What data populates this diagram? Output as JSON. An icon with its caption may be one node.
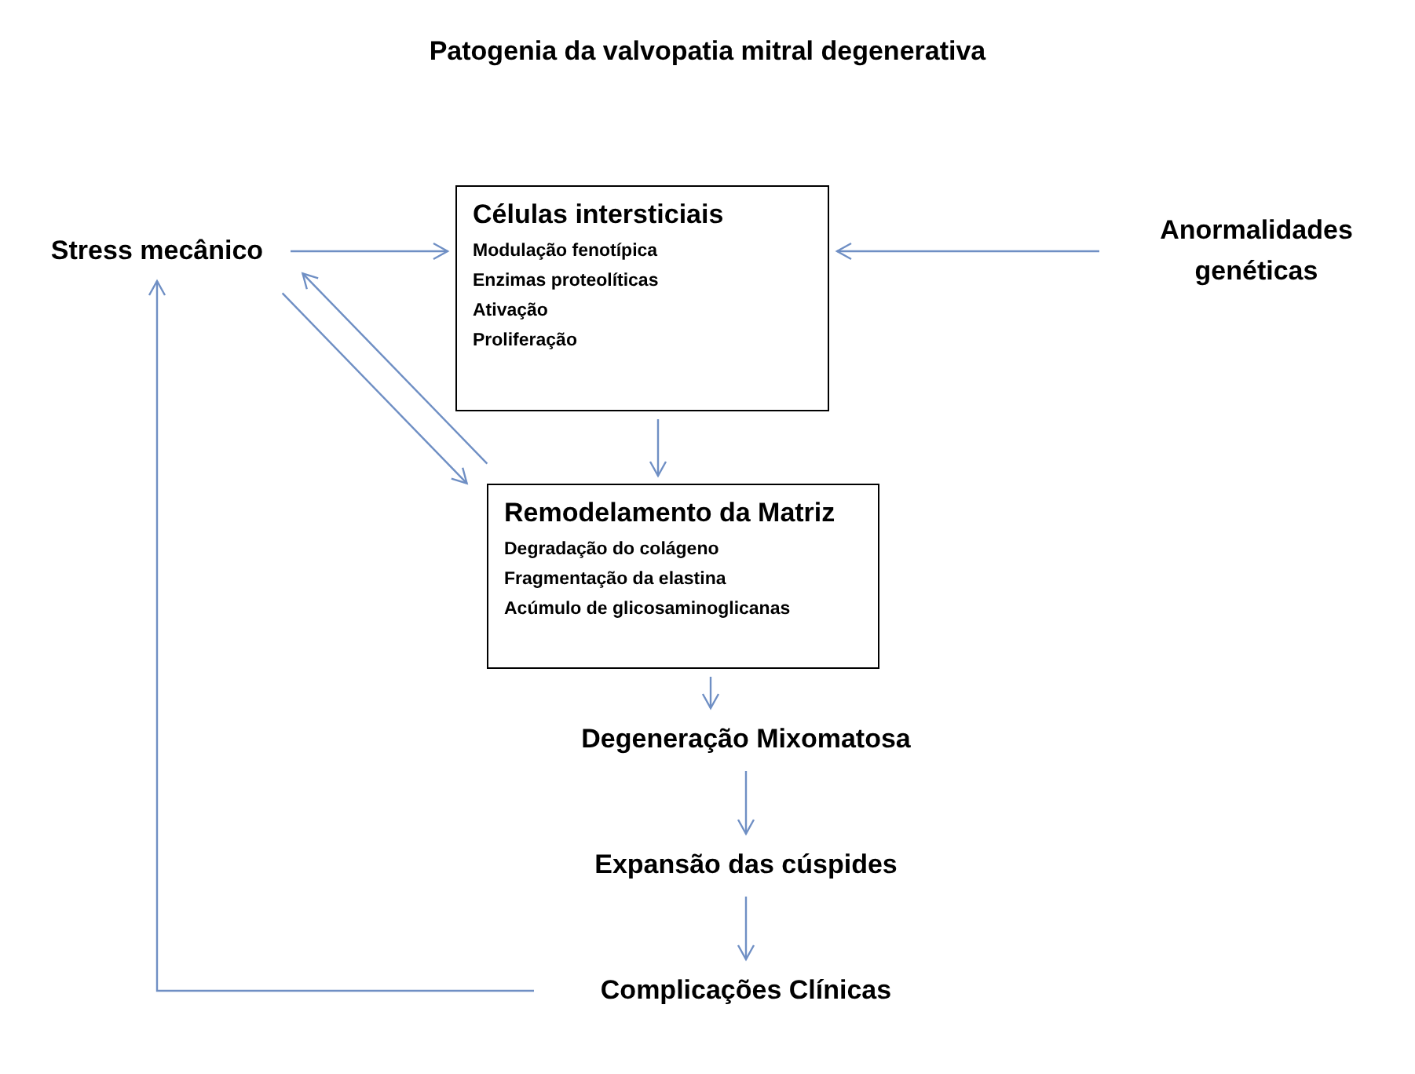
{
  "diagram": {
    "title": "Patogenia da valvopatia mitral degenerativa",
    "nodes": [
      {
        "text": [
          "Stress mecânico"
        ]
      },
      {
        "text": [
          "Células intersticiais",
          "Modulação fenotípica",
          "Enzimas proteolíticas",
          "Ativação",
          "Proliferação"
        ]
      },
      {
        "text": [
          "Anormalidades genéticas"
        ]
      },
      {
        "text": [
          "Remodelamento da Matriz",
          "Degradação do colágeno",
          "Fragmentação da elastina",
          "Acúmulo de glicosaminoglicanas"
        ]
      },
      {
        "text": [
          "Degeneração Mixomatosa"
        ]
      },
      {
        "text": [
          "Expansão das cúspides"
        ]
      },
      {
        "text": [
          "Complicações Clínicas"
        ]
      }
    ],
    "edges": [
      {
        "from": 0,
        "to": 1,
        "arrow": "to"
      },
      {
        "from": 2,
        "to": 1,
        "arrow": "to"
      },
      {
        "from": 1,
        "to": 3,
        "arrow": "to"
      },
      {
        "from": 0,
        "to": 3,
        "arrow": "to"
      },
      {
        "from": 3,
        "to": 0,
        "arrow": "to"
      },
      {
        "from": 3,
        "to": 4,
        "arrow": "to"
      },
      {
        "from": 4,
        "to": 5,
        "arrow": "to"
      },
      {
        "from": 5,
        "to": 6,
        "arrow": "to"
      },
      {
        "from": 6,
        "to": 0,
        "arrow": "to"
      }
    ]
  }
}
